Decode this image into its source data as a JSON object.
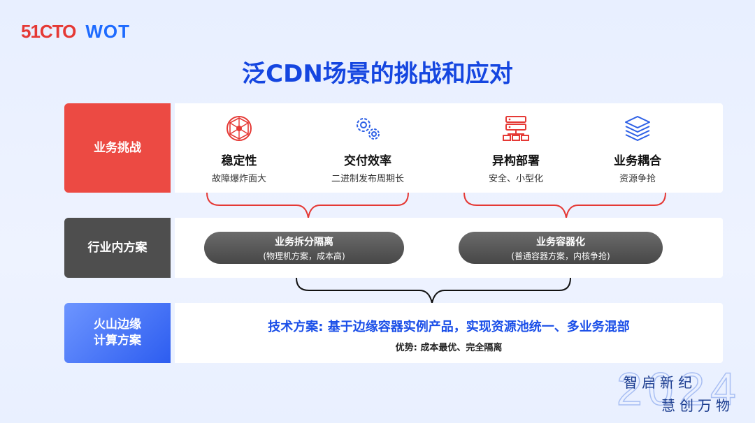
{
  "header": {
    "logo_primary": "51CTO",
    "logo_secondary": "WOT",
    "title": "泛CDN场景的挑战和应对"
  },
  "rows": {
    "business_challenge": {
      "label": "业务挑战",
      "items": [
        {
          "icon": "network-node-icon",
          "title": "稳定性",
          "desc": "故障爆炸面大"
        },
        {
          "icon": "gears-icon",
          "title": "交付效率",
          "desc": "二进制发布周期长"
        },
        {
          "icon": "server-rack-icon",
          "title": "异构部署",
          "desc": "安全、小型化"
        },
        {
          "icon": "layers-icon",
          "title": "业务耦合",
          "desc": "资源争抢"
        }
      ]
    },
    "industry_solution": {
      "label": "行业内方案",
      "options": [
        {
          "title": "业务拆分隔离",
          "desc": "(物理机方案，成本高)"
        },
        {
          "title": "业务容器化",
          "desc": "(普通容器方案，内核争抢)"
        }
      ]
    },
    "volcano_edge": {
      "label_line1": "火山边缘",
      "label_line2": "计算方案",
      "solution": "技术方案: 基于边缘容器实例产品，实现资源池统一、多业务混部",
      "advantage": "优势: 成本最优、完全隔离"
    }
  },
  "slogan": {
    "year": "2024",
    "line1": "智启新纪",
    "line2": "慧创万物"
  },
  "colors": {
    "title_blue": "#1546e0",
    "challenge_red": "#ec4a43",
    "industry_gray": "#4e4e4e",
    "edge_blue": "#2d5df0"
  }
}
